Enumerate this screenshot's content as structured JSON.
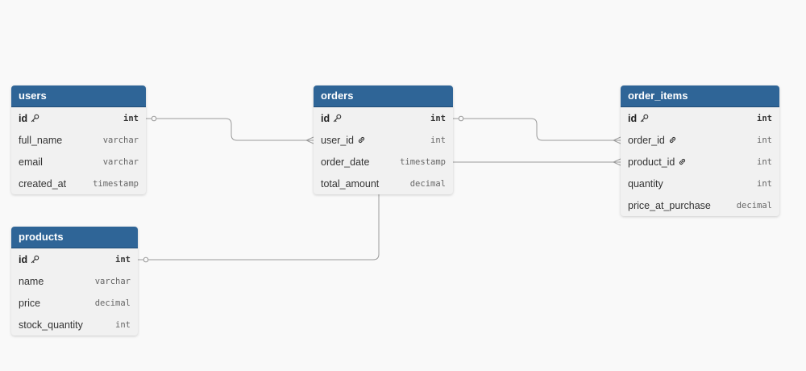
{
  "colors": {
    "header_bg": "#2f6597",
    "canvas_bg": "#f9f9f9",
    "table_bg": "#f1f1f1",
    "connector": "#9a9a9a"
  },
  "tables": {
    "users": {
      "name": "users",
      "columns": [
        {
          "name": "id",
          "type": "int",
          "pk": true,
          "fk": false
        },
        {
          "name": "full_name",
          "type": "varchar",
          "pk": false,
          "fk": false
        },
        {
          "name": "email",
          "type": "varchar",
          "pk": false,
          "fk": false
        },
        {
          "name": "created_at",
          "type": "timestamp",
          "pk": false,
          "fk": false
        }
      ]
    },
    "orders": {
      "name": "orders",
      "columns": [
        {
          "name": "id",
          "type": "int",
          "pk": true,
          "fk": false
        },
        {
          "name": "user_id",
          "type": "int",
          "pk": false,
          "fk": true
        },
        {
          "name": "order_date",
          "type": "timestamp",
          "pk": false,
          "fk": false
        },
        {
          "name": "total_amount",
          "type": "decimal",
          "pk": false,
          "fk": false
        }
      ]
    },
    "order_items": {
      "name": "order_items",
      "columns": [
        {
          "name": "id",
          "type": "int",
          "pk": true,
          "fk": false
        },
        {
          "name": "order_id",
          "type": "int",
          "pk": false,
          "fk": true
        },
        {
          "name": "product_id",
          "type": "int",
          "pk": false,
          "fk": true
        },
        {
          "name": "quantity",
          "type": "int",
          "pk": false,
          "fk": false
        },
        {
          "name": "price_at_purchase",
          "type": "decimal",
          "pk": false,
          "fk": false
        }
      ]
    },
    "products": {
      "name": "products",
      "columns": [
        {
          "name": "id",
          "type": "int",
          "pk": true,
          "fk": false
        },
        {
          "name": "name",
          "type": "varchar",
          "pk": false,
          "fk": false
        },
        {
          "name": "price",
          "type": "decimal",
          "pk": false,
          "fk": false
        },
        {
          "name": "stock_quantity",
          "type": "int",
          "pk": false,
          "fk": false
        }
      ]
    }
  },
  "relationships": [
    {
      "from": "users.id",
      "to": "orders.user_id",
      "cardinality": "one-to-many"
    },
    {
      "from": "orders.id",
      "to": "order_items.order_id",
      "cardinality": "one-to-many"
    },
    {
      "from": "products.id",
      "to": "order_items.product_id",
      "cardinality": "one-to-many"
    }
  ]
}
